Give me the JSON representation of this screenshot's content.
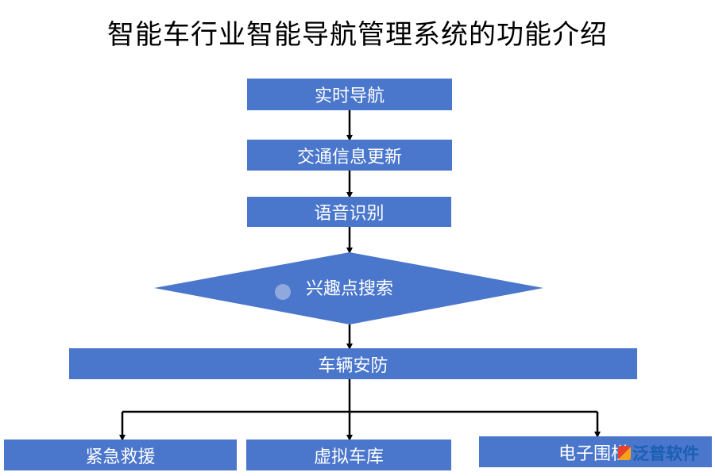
{
  "title": "智能车行业智能导航管理系统的功能介绍",
  "steps": [
    {
      "label": "实时导航"
    },
    {
      "label": "交通信息更新"
    },
    {
      "label": "语音识别"
    },
    {
      "label": "兴趣点搜索"
    },
    {
      "label": "车辆安防"
    }
  ],
  "branches": [
    {
      "label": "紧急救援"
    },
    {
      "label": "虚拟车库"
    },
    {
      "label": "电子围栏"
    }
  ],
  "watermark": {
    "brand": "泛普软件"
  },
  "colors": {
    "box": "#4a76cc",
    "arrow": "#000000",
    "text": "#ffffff"
  }
}
